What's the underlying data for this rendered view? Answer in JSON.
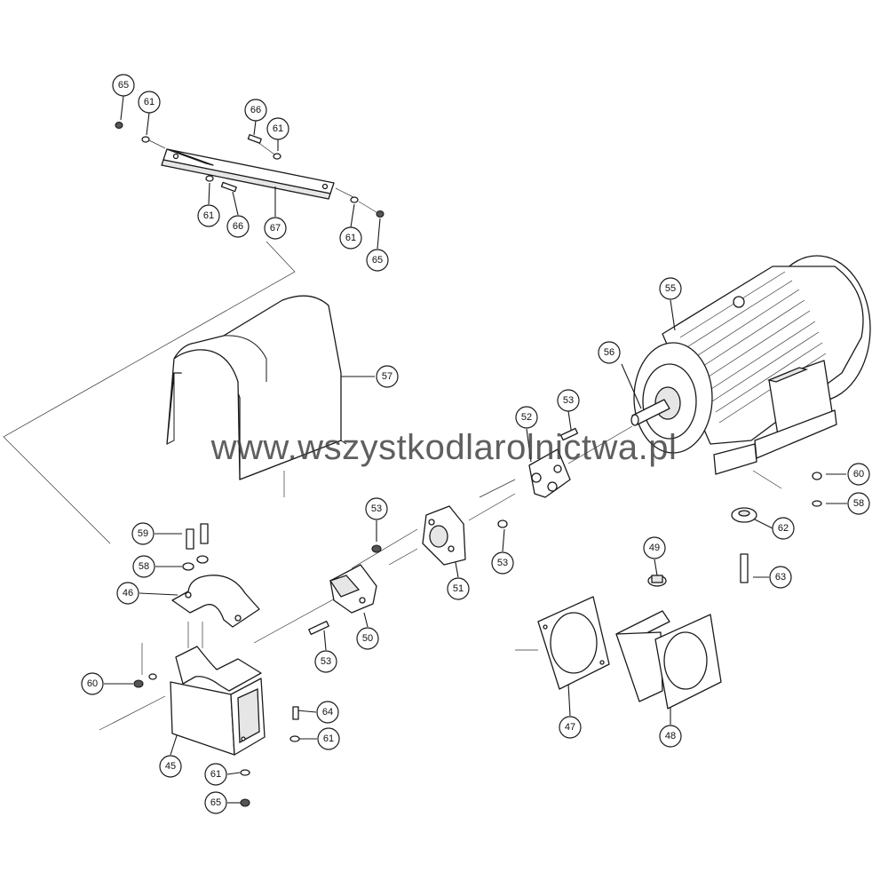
{
  "watermark": "www.wszystkodlarolnictwa.pl",
  "callouts": [
    {
      "label": "65"
    },
    {
      "label": "61"
    },
    {
      "label": "66"
    },
    {
      "label": "61"
    },
    {
      "label": "61"
    },
    {
      "label": "66"
    },
    {
      "label": "67"
    },
    {
      "label": "61"
    },
    {
      "label": "65"
    },
    {
      "label": "55"
    },
    {
      "label": "56"
    },
    {
      "label": "57"
    },
    {
      "label": "53"
    },
    {
      "label": "52"
    },
    {
      "label": "60"
    },
    {
      "label": "58"
    },
    {
      "label": "53"
    },
    {
      "label": "62"
    },
    {
      "label": "53"
    },
    {
      "label": "51"
    },
    {
      "label": "63"
    },
    {
      "label": "49"
    },
    {
      "label": "59"
    },
    {
      "label": "58"
    },
    {
      "label": "46"
    },
    {
      "label": "50"
    },
    {
      "label": "53"
    },
    {
      "label": "60"
    },
    {
      "label": "64"
    },
    {
      "label": "61"
    },
    {
      "label": "47"
    },
    {
      "label": "48"
    },
    {
      "label": "45"
    },
    {
      "label": "61"
    },
    {
      "label": "65"
    }
  ]
}
